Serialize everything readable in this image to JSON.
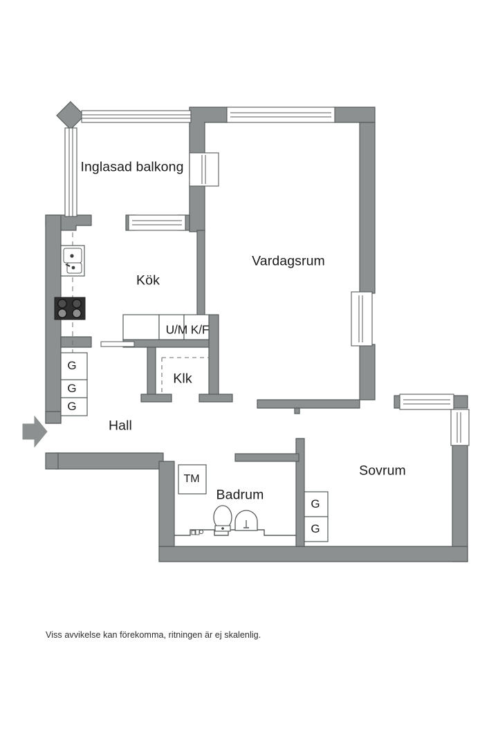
{
  "document": {
    "type": "floor-plan",
    "language": "sv",
    "background_color": "#ffffff",
    "wall_color": "#8c9091",
    "wall_outline_color": "#555a5a",
    "text_color": "#1a1a1a",
    "fixture_stroke_color": "#55595a",
    "stove_color": "#2e2e2e"
  },
  "rooms": [
    {
      "id": "balkong",
      "label": "Inglasad balkong"
    },
    {
      "id": "kok",
      "label": "Kök"
    },
    {
      "id": "vardagsrum",
      "label": "Vardagsrum"
    },
    {
      "id": "klk",
      "label": "Klk"
    },
    {
      "id": "hall",
      "label": "Hall"
    },
    {
      "id": "badrum",
      "label": "Badrum"
    },
    {
      "id": "sovrum",
      "label": "Sovrum"
    }
  ],
  "fixtures": {
    "appliance_block": "U/M K/F",
    "washing_machine": "TM",
    "wardrobes_hall": [
      "G",
      "G",
      "G"
    ],
    "wardrobes_bedroom": [
      "G",
      "G"
    ],
    "kitchen_sink": "double-basin-sink",
    "kitchen_stove": "four-burner-stove",
    "bathroom_toilet": "toilet",
    "bathroom_sink": "washbasin",
    "bathroom_drain": "floor-drain",
    "entrance_marker": "entrance-arrow"
  },
  "footer": {
    "disclaimer": "Viss avvikelse kan förekomma, ritningen är ej skalenlig."
  }
}
